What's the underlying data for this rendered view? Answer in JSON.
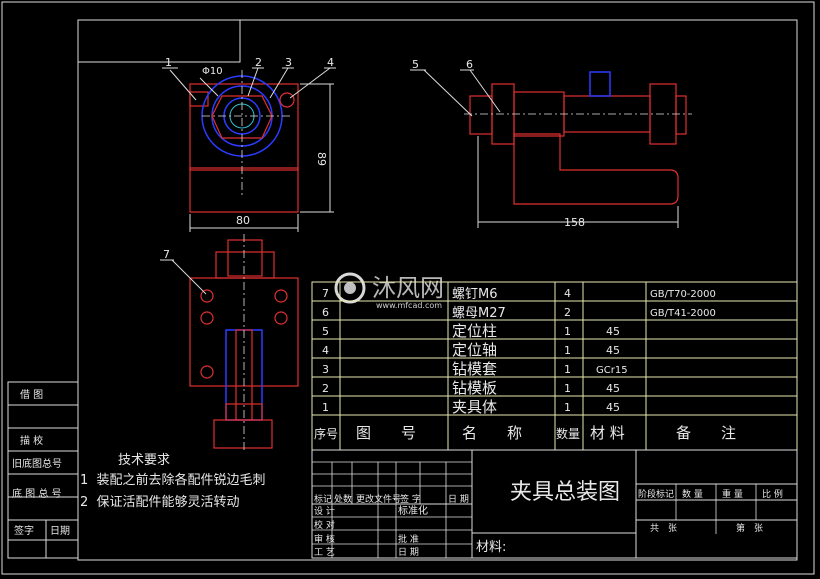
{
  "views": {
    "front": {
      "callouts": [
        "1",
        "2",
        "3",
        "4"
      ],
      "dim_width": "80",
      "dim_height": "89",
      "dim_hole": "Φ10"
    },
    "side": {
      "callouts": [
        "5",
        "6"
      ],
      "dim_length": "158"
    },
    "top": {
      "callouts": [
        "7"
      ]
    }
  },
  "watermark": {
    "brand": "沐风网",
    "url": "www.mfcad.com"
  },
  "parts_list": {
    "rows": [
      {
        "no": "7",
        "name": "螺钉M6",
        "qty": "4",
        "material": "",
        "note": "GB/T70-2000"
      },
      {
        "no": "6",
        "name": "螺母M27",
        "qty": "2",
        "material": "",
        "note": "GB/T41-2000"
      },
      {
        "no": "5",
        "name": "定位柱",
        "qty": "1",
        "material": "45",
        "note": ""
      },
      {
        "no": "4",
        "name": "定位轴",
        "qty": "1",
        "material": "45",
        "note": ""
      },
      {
        "no": "3",
        "name": "钻模套",
        "qty": "1",
        "material": "GCr15",
        "note": ""
      },
      {
        "no": "2",
        "name": "钻模板",
        "qty": "1",
        "material": "45",
        "note": ""
      },
      {
        "no": "1",
        "name": "夹具体",
        "qty": "1",
        "material": "45",
        "note": ""
      }
    ],
    "header": {
      "no": "序号",
      "drawing": "图　　号",
      "name": "名　　称",
      "qty": "数量",
      "material": "材 料",
      "note": "备　　注"
    }
  },
  "tech_requirements": {
    "title": "技术要求",
    "items": [
      "1  装配之前去除各配件锐边毛刺",
      "2  保证活配件能够灵活转动"
    ]
  },
  "left_stamp": {
    "labels": [
      "借 图",
      "描 校",
      "旧底图总号",
      "底 图 总 号",
      "签字",
      "日期"
    ]
  },
  "title_block": {
    "title": "夹具总装图",
    "material_label": "材料:",
    "rev_header": [
      "标记",
      "处数",
      "更改文件号",
      "签 字",
      "日 期"
    ],
    "roles": [
      "设 计",
      "校 对",
      "审 核",
      "工 艺"
    ],
    "standardize": "标准化",
    "approve": "批 准",
    "date": "日 期",
    "stage_header": [
      "阶段标记",
      "数 量",
      "重 量",
      "比 例"
    ],
    "sheet_total": "共　张",
    "sheet_no": "第　张"
  }
}
